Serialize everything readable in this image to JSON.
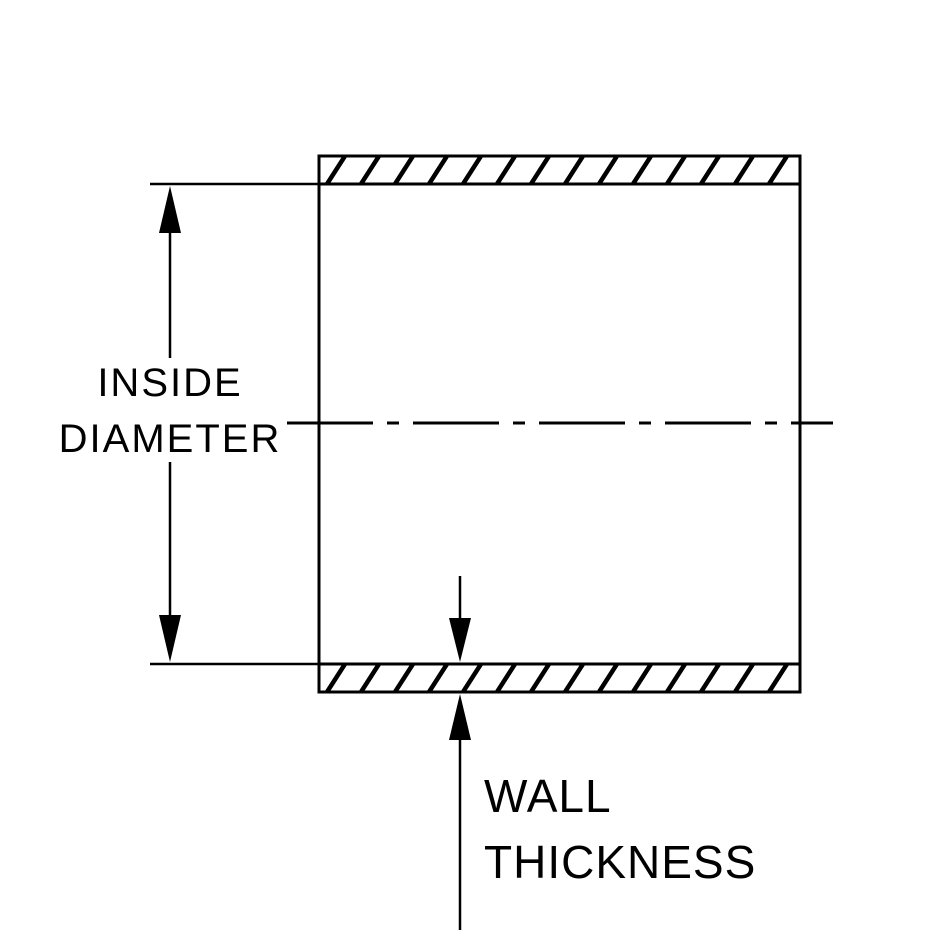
{
  "diagram": {
    "type": "technical-cross-section",
    "subject": "tube wall cross section",
    "labels": {
      "inside_diameter_line1": "INSIDE",
      "inside_diameter_line2": "DIAMETER",
      "wall_thickness_line1": "WALL",
      "wall_thickness_line2": "THICKNESS"
    },
    "colors": {
      "line": "#000000",
      "background": "#ffffff"
    }
  }
}
